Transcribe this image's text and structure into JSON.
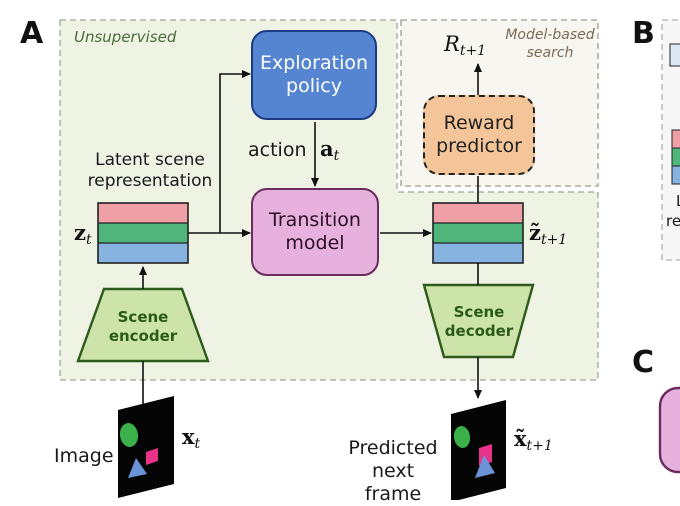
{
  "panels": {
    "a": "A",
    "b": "B",
    "c": "C"
  },
  "regions": {
    "unsupervised": "Unsupervised",
    "model_based_search": "Model-based\nsearch"
  },
  "nodes": {
    "exploration_policy": "Exploration\npolicy",
    "transition_model": "Transition\nmodel",
    "reward_predictor": "Reward\npredictor",
    "scene_encoder": "Scene\nencoder",
    "scene_decoder": "Scene\ndecoder"
  },
  "labels": {
    "latent_scene_representation": "Latent scene\nrepresentation",
    "action": "action",
    "image": "Image",
    "predicted_next_frame": "Predicted\nnext frame"
  },
  "math": {
    "a_t": {
      "base": "a",
      "sub": "t"
    },
    "z_t": {
      "base": "z",
      "sub": "t"
    },
    "z_next": {
      "base": "z̃",
      "sub": "t+1"
    },
    "R_next": {
      "base": "R",
      "sub": "t+1"
    },
    "x_t": {
      "base": "x",
      "sub": "t"
    },
    "x_next": {
      "base": "x̃",
      "sub": "t+1"
    }
  },
  "cropped_panel_b_text": [
    "L",
    "re"
  ],
  "colors": {
    "latent_red": "#eea0a6",
    "latent_green": "#4fb57a",
    "latent_blue": "#86b3e0",
    "policy_blue": "#5585d0",
    "transition_pink": "#e6b1dc",
    "reward_orange": "#f5c59a",
    "encoder_green": "#cce4a9",
    "unsupervised_bg": "#eef3e4"
  }
}
